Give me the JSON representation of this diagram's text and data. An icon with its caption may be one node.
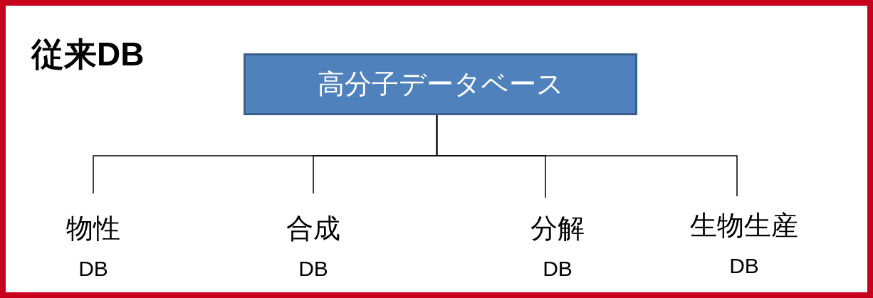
{
  "diagram": {
    "title": "従来DB",
    "nodes": [
      {
        "text": [
          "高分子データベース"
        ]
      },
      {
        "text": [
          "物性",
          "DB"
        ]
      },
      {
        "text": [
          "合成",
          "DB"
        ]
      },
      {
        "text": [
          "分解",
          "DB"
        ]
      },
      {
        "text": [
          "生物生産",
          "DB"
        ]
      }
    ],
    "edges": [
      {
        "from": 0,
        "to": 1,
        "arrow": "none"
      },
      {
        "from": 0,
        "to": 2,
        "arrow": "none"
      },
      {
        "from": 0,
        "to": 3,
        "arrow": "none"
      },
      {
        "from": 0,
        "to": 4,
        "arrow": "none"
      }
    ]
  }
}
